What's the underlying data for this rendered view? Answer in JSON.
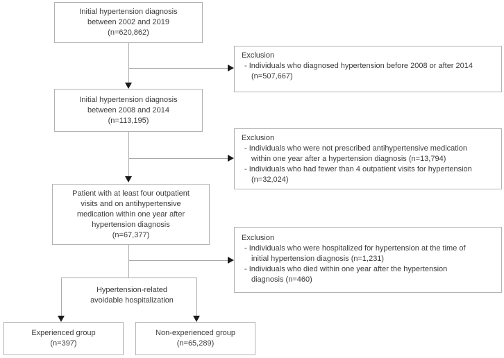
{
  "diagram": {
    "boxes": {
      "step1": {
        "line1": "Initial hypertension diagnosis",
        "line2": "between 2002 and 2019",
        "line3": "(n=620,862)"
      },
      "step2": {
        "line1": "Initial hypertension diagnosis",
        "line2": "between 2008 and 2014",
        "line3": "(n=113,195)"
      },
      "step3": {
        "line1": "Patient with at least four outpatient",
        "line2": "visits and on antihypertensive",
        "line3": "medication within one year after",
        "line4": "hypertension diagnosis",
        "line5": "(n=67,377)"
      },
      "experienced": {
        "line1": "Experienced group",
        "line2": "(n=397)"
      },
      "non_experienced": {
        "line1": "Non-experienced group",
        "line2": "(n=65,289)"
      }
    },
    "exclusions": {
      "first": {
        "title": "Exclusion",
        "item1_line1": "- Individuals who diagnosed hypertension before 2008 or after 2014",
        "item1_line2": "(n=507,667)"
      },
      "second": {
        "title": "Exclusion",
        "item1_line1": "- Individuals who were not prescribed antihypertensive medication",
        "item1_line2": "within one year after a hypertension diagnosis (n=13,794)",
        "item2_line1": "- Individuals who had fewer than 4 outpatient visits for hypertension",
        "item2_line2": "(n=32,024)"
      },
      "third": {
        "title": "Exclusion",
        "item1_line1": "- Individuals who were hospitalized for hypertension at the time of",
        "item1_line2": "initial hypertension diagnosis (n=1,231)",
        "item2_line1": "- Individuals who died within one year after the hypertension",
        "item2_line2": "diagnosis (n=460)"
      }
    },
    "branch_label": {
      "line1": "Hypertension-related",
      "line2": "avoidable hospitalization"
    },
    "colors": {
      "background": "#ffffff",
      "box_border": "#b2b2b2",
      "connector_line": "#a9a9a9",
      "arrowhead": "#1b1b1b",
      "text": "#3b3b3b"
    }
  }
}
